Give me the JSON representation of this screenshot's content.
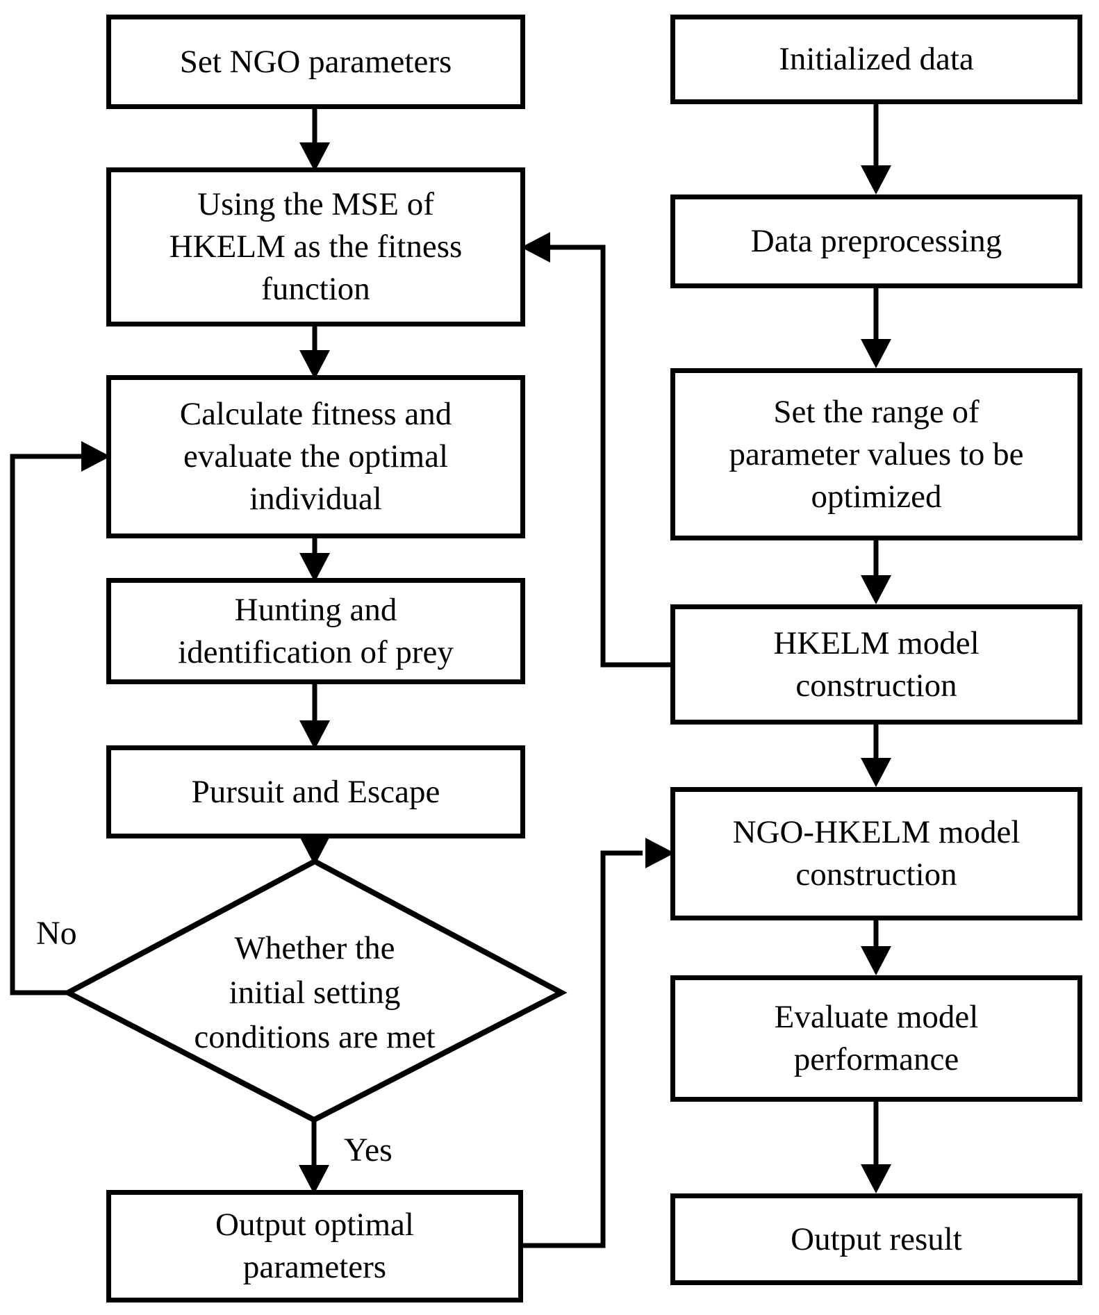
{
  "figure": {
    "background": "#ffffff",
    "line_color": "#000000",
    "left_flow": {
      "boxes": [
        {
          "name": "set-ngo-parameters",
          "label": "Set NGO parameters",
          "lines": [
            "Set NGO parameters"
          ]
        },
        {
          "name": "mse-fitness-function",
          "label": "Using the MSE of HKELM as the fitness function",
          "lines": [
            "Using the MSE of",
            "HKELM as the fitness",
            "function"
          ]
        },
        {
          "name": "calculate-fitness",
          "label": "Calculate fitness and evaluate the optimal individual",
          "lines": [
            "Calculate fitness and",
            "evaluate the optimal",
            "individual"
          ]
        },
        {
          "name": "hunting-identification",
          "label": "Hunting and identification of prey",
          "lines": [
            "Hunting and",
            "identification of prey"
          ]
        },
        {
          "name": "pursuit-escape",
          "label": "Pursuit and Escape",
          "lines": [
            "Pursuit and Escape"
          ]
        },
        {
          "name": "output-optimal-parameters",
          "label": "Output optimal parameters",
          "lines": [
            "Output optimal",
            "parameters"
          ]
        }
      ],
      "decision": {
        "name": "initial-conditions-met",
        "label": "Whether the initial setting conditions are met",
        "lines": [
          "Whether the",
          "initial setting",
          "conditions are met"
        ]
      },
      "branch_labels": {
        "yes": "Yes",
        "no": "No"
      }
    },
    "right_flow": {
      "boxes": [
        {
          "name": "initialized-data",
          "label": "Initialized data",
          "lines": [
            "Initialized data"
          ]
        },
        {
          "name": "data-preprocessing",
          "label": "Data preprocessing",
          "lines": [
            "Data preprocessing"
          ]
        },
        {
          "name": "set-parameter-range",
          "label": "Set the range of parameter values to be optimized",
          "lines": [
            "Set the range of",
            "parameter values to be",
            "optimized"
          ]
        },
        {
          "name": "hkelm-model-construction",
          "label": "HKELM model construction",
          "lines": [
            "HKELM model",
            "construction"
          ]
        },
        {
          "name": "ngo-hkelm-model-construction",
          "label": "NGO-HKELM model construction",
          "lines": [
            "NGO-HKELM model",
            "construction"
          ]
        },
        {
          "name": "evaluate-model-performance",
          "label": "Evaluate model performance",
          "lines": [
            "Evaluate model",
            "performance"
          ]
        },
        {
          "name": "output-result",
          "label": "Output result",
          "lines": [
            "Output result"
          ]
        }
      ]
    }
  }
}
